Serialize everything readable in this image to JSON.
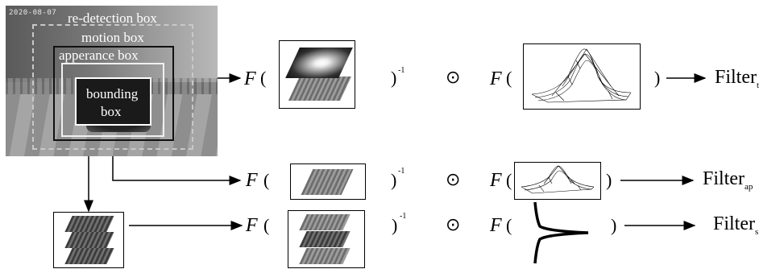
{
  "frame": {
    "timestamp": "2020-08-07"
  },
  "boxes": {
    "redetection": "re-detection box",
    "motion": "motion box",
    "appearance": "apperance box",
    "bounding_line1": "bounding",
    "bounding_line2": "box"
  },
  "math": {
    "fourier": "F",
    "open_paren": "(",
    "close_paren": ")",
    "inverse": "-1",
    "hadamard": "⊙"
  },
  "filters": [
    {
      "name": "Filter",
      "sub": "t"
    },
    {
      "name": "Filter",
      "sub": "ap"
    },
    {
      "name": "Filter",
      "sub": "s"
    }
  ]
}
